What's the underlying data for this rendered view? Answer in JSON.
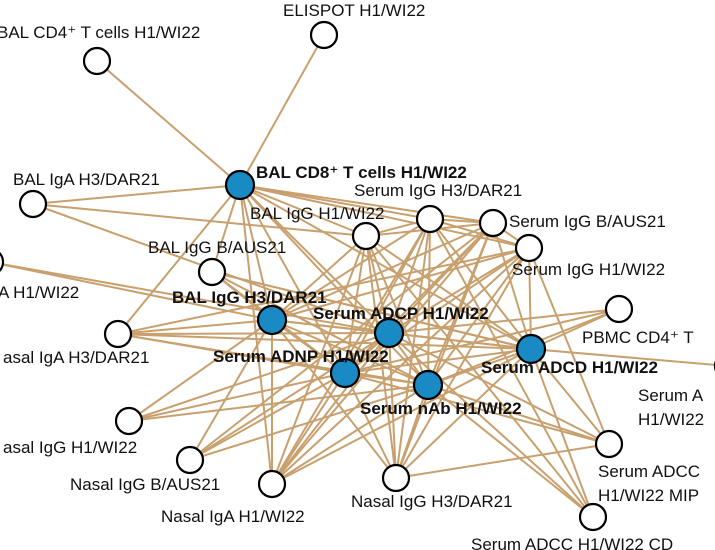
{
  "labels": {
    "elispot": "ELISPOT H1/WI22",
    "bal_cd4": "BAL CD4⁺ T cells H1/WI22",
    "bal_iga_h3": "BAL IgA H3/DAR21",
    "bal_cd8": "BAL CD8⁺ T cells H1/WI22",
    "serum_igg_h3": "Serum IgG H3/DAR21",
    "bal_igg_h1": "BAL IgG H1/WI22",
    "serum_igg_b": "Serum IgG B/AUS21",
    "bal_igg_b": "BAL IgG B/AUS21",
    "serum_igg_h1": "Serum IgG H1/WI22",
    "bal_iga_h1": "A H1/WI22",
    "bal_igg_h3": "BAL IgG H3/DAR21",
    "serum_adcp": "Serum ADCP H1/WI22",
    "pbmc_cd4": "PBMC CD4⁺ T",
    "nasal_iga_h3": "asal IgA H3/DAR21",
    "serum_adnp": "Serum ADNP H1/WI22",
    "serum_adcd": "Serum ADCD H1/WI22",
    "serum_a_line1": "Serum A",
    "serum_a_line2": "H1/WI22",
    "serum_nab": "Serum nAb H1/WI22",
    "nasal_igg_h1": "asal IgG H1/WI22",
    "serum_adcc_mip_line1": "Serum ADCC",
    "serum_adcc_mip_line2": "H1/WI22 MIP",
    "nasal_igg_b": "Nasal IgG B/AUS21",
    "nasal_igg_h3": "Nasal IgG H3/DAR21",
    "nasal_iga_h1": "Nasal IgA H1/WI22",
    "serum_adcc_cd": "Serum ADCC H1/WI22 CD"
  },
  "colors": {
    "edge": "#c8a06e",
    "node_highlight": "#1a8ac4",
    "node_default": "#ffffff"
  }
}
